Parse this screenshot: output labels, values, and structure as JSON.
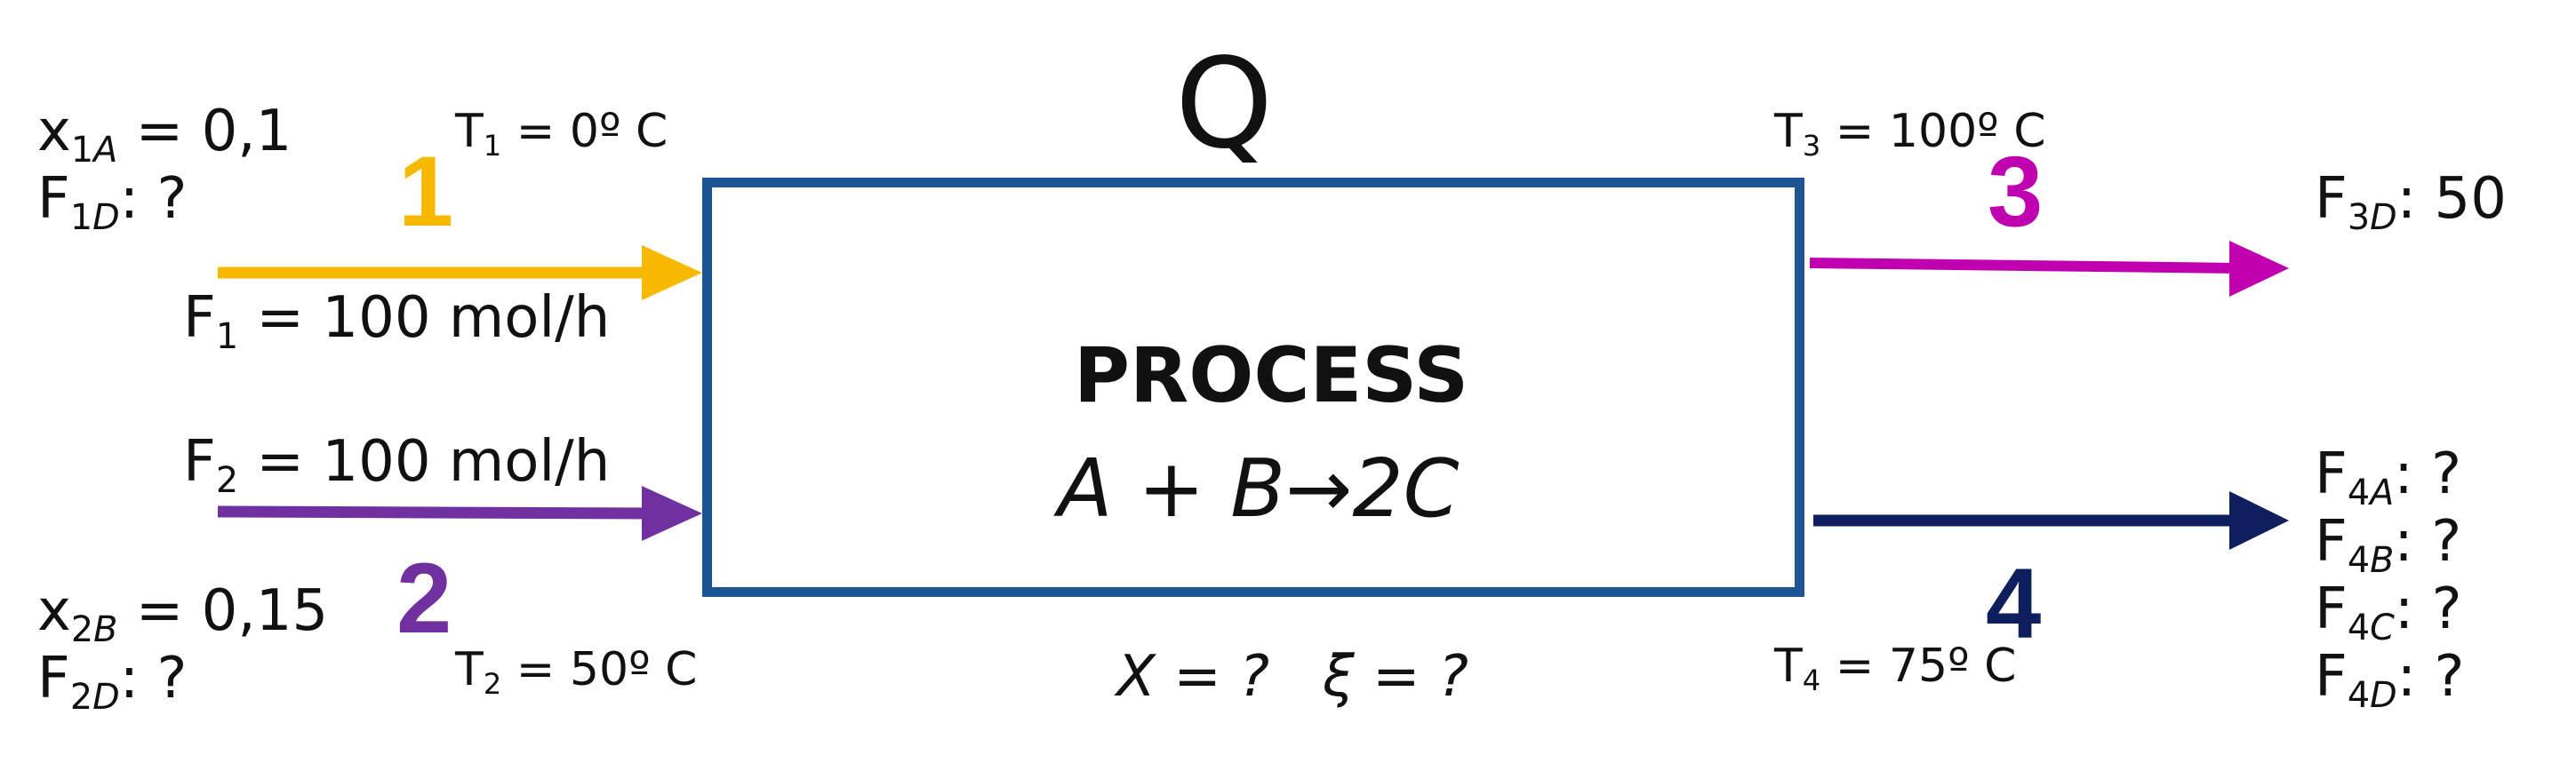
{
  "heat": "Q",
  "process": {
    "title": "PROCESS",
    "reaction": "A + B→2C"
  },
  "unknowns": {
    "conversion": "X = ?",
    "extent": "ξ = ?"
  },
  "streams": {
    "s1": {
      "number": "1",
      "color": "#f6b900",
      "frac": {
        "sym": "x",
        "sub": "1",
        "subi": "A",
        "value": " = 0,1"
      },
      "flowD": {
        "sym": "F",
        "sub": "1",
        "subi": "D",
        "value": ": ?"
      },
      "temp": {
        "sym": "T",
        "sub": "1",
        "value": " = 0º C"
      },
      "flow": {
        "sym": "F",
        "sub": "1",
        "value": " = 100 mol/h"
      }
    },
    "s2": {
      "number": "2",
      "color": "#7030a0",
      "frac": {
        "sym": "x",
        "sub": "2",
        "subi": "B",
        "value": " = 0,15"
      },
      "flowD": {
        "sym": "F",
        "sub": "2",
        "subi": "D",
        "value": ": ?"
      },
      "temp": {
        "sym": "T",
        "sub": "2",
        "value": " = 50º C"
      },
      "flow": {
        "sym": "F",
        "sub": "2",
        "value": " = 100 mol/h"
      }
    },
    "s3": {
      "number": "3",
      "color": "#c000b0",
      "temp": {
        "sym": "T",
        "sub": "3",
        "value": " = 100º C"
      },
      "flowD": {
        "sym": "F",
        "sub": "3",
        "subi": "D",
        "value": ": 50"
      }
    },
    "s4": {
      "number": "4",
      "color": "#0d1f5c",
      "temp": {
        "sym": "T",
        "sub": "4",
        "value": " = 75º C"
      },
      "flows": [
        {
          "sym": "F",
          "sub": "4",
          "subi": "A",
          "value": ": ?"
        },
        {
          "sym": "F",
          "sub": "4",
          "subi": "B",
          "value": ": ?"
        },
        {
          "sym": "F",
          "sub": "4",
          "subi": "C",
          "value": ": ?"
        },
        {
          "sym": "F",
          "sub": "4",
          "subi": "D",
          "value": ": ?"
        }
      ]
    }
  },
  "colors": {
    "box_border": "#1d5592"
  }
}
